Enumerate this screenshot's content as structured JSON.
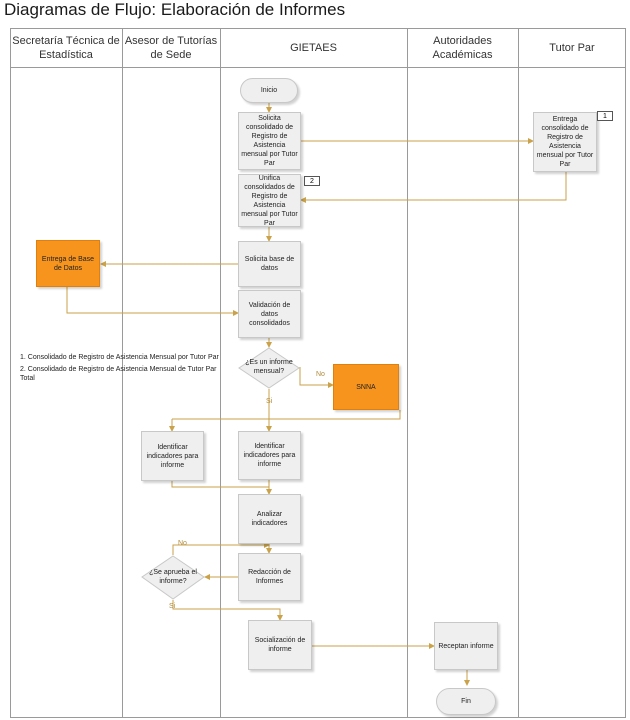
{
  "title": "Diagramas de Flujo: Elaboración de Informes",
  "lanes": [
    "Secretaría Técnica de Estadística",
    "Asesor de Tutorías de Sede",
    "GIETAES",
    "Autoridades Académicas",
    "Tutor Par"
  ],
  "nodes": {
    "inicio": "Inicio",
    "solicita_consolidado": "Solicita consolidado de Registro de Asistencia mensual por Tutor Par",
    "entrega_consolidado": "Entrega consolidado de Registro de Asistencia mensual por Tutor Par",
    "unifica_consolidados": "Unifica consolidados de Registro de Asistencia mensual por Tutor Par",
    "solicita_base": "Solicita base de datos",
    "entrega_base": "Entrega de Base de Datos",
    "validacion": "Validación de datos consolidados",
    "es_informe_mensual": "¿Es un informe mensual?",
    "snna": "SNNA",
    "identificar_asesor": "Identificar indicadores para informe",
    "identificar_gietaes": "Identificar indicadores para informe",
    "analizar": "Analizar indicadores",
    "redaccion": "Redacción de Informes",
    "se_aprueba": "¿Se aprueba el informe?",
    "socializacion": "Socialización de informe",
    "receptan": "Receptan informe",
    "fin": "Fin"
  },
  "flags": [
    "1",
    "2"
  ],
  "branch_labels": {
    "no_1": "No",
    "si_1": "Si",
    "no_2": "No",
    "si_2": "Si"
  },
  "notes": [
    "1. Consolidado de Registro de Asistencia Mensual por Tutor Par",
    "2. Consolidado de Registro de Asistencia Mensual de Tutor Par Total"
  ],
  "colors": {
    "process": "#efefef",
    "highlight": "#f7941d",
    "connector": "#c9a24a"
  }
}
